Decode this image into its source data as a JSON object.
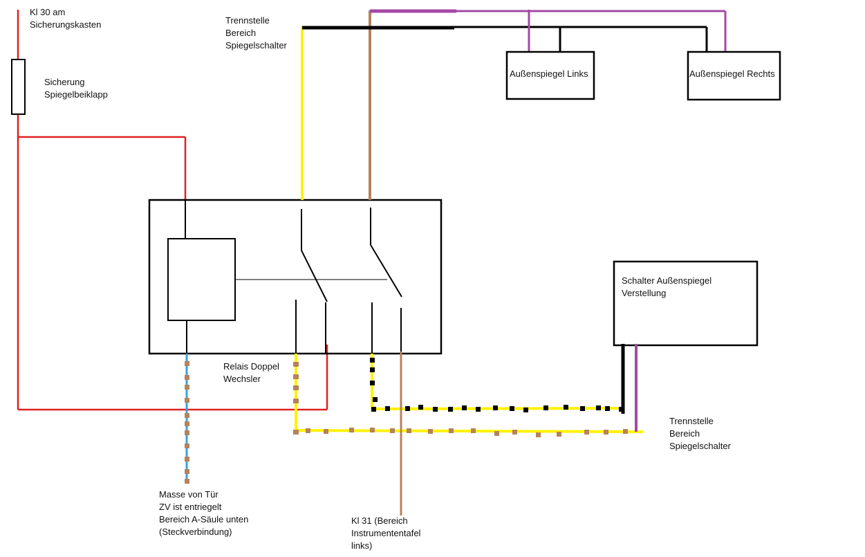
{
  "labels": {
    "kl30": "Kl 30 am\nSicherungskasten",
    "fuse": "Sicherung\nSpiegelbeiklapp",
    "separation_top": "Trennstelle\nBereich\nSpiegelschalter",
    "mirror_left": "Außenspiegel Links",
    "mirror_right": "Außenspiegel Rechts",
    "relay": "Relais Doppel\nWechsler",
    "switch": "Schalter Außenspiegel\nVerstellung",
    "separation_right": "Trennstelle\nBereich\nSpiegelschalter",
    "ground_door": "Masse von Tür\nZV ist entriegelt\nBereich A-Säule unten\n(Steckverbindung)",
    "kl31": "Kl 31 (Bereich\nInstrumententafel\nlinks)"
  },
  "colors": {
    "red": "#e02020",
    "yellow": "#fff200",
    "black": "#000000",
    "brown": "#b5835a",
    "purple": "#a349a4",
    "blue": "#3aa0dd"
  }
}
